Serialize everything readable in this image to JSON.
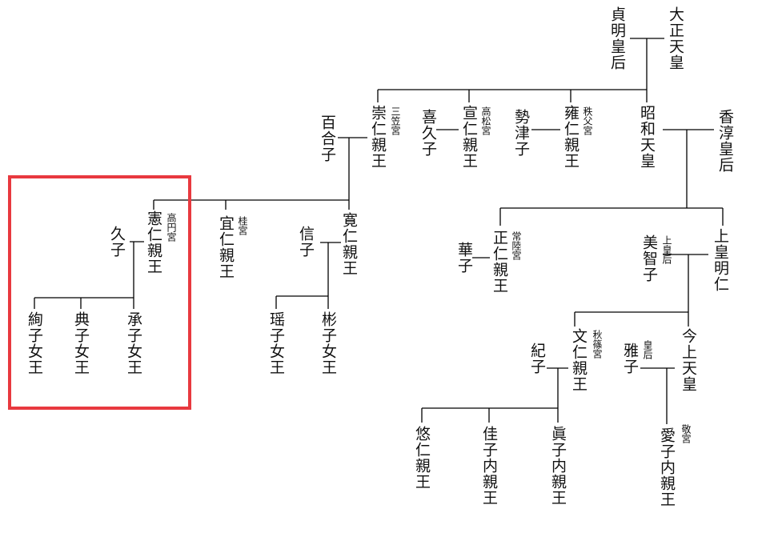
{
  "colors": {
    "text": "#111111",
    "line": "#000000",
    "highlight": "#e8393f",
    "background": "#ffffff"
  },
  "people": {
    "taisho": "大正天皇",
    "teimei": "貞明皇后",
    "showa": "昭和天皇",
    "kojun": "香淳皇后",
    "chichibu": "雍仁親王",
    "setsuko": "勢津子",
    "takamatsu": "宣仁親王",
    "kikuko": "喜久子",
    "mikasa": "崇仁親王",
    "yuriko": "百合子",
    "joko": "上皇明仁",
    "michiko": "美智子",
    "hitachi": "正仁親王",
    "hanako": "華子",
    "tomohito": "寛仁親王",
    "nobuko": "信子",
    "katsura": "宜仁親王",
    "norihito": "憲仁親王",
    "hisako": "久子",
    "akiko": "彬子女王",
    "yoko": "瑶子女王",
    "tsuguko": "承子女王",
    "noriko": "典子女王",
    "ayako": "絢子女王",
    "tenno": "今上天皇",
    "masako": "雅子",
    "fumihito": "文仁親王",
    "kiko": "紀子",
    "aiko": "愛子内親王",
    "mako": "眞子内親王",
    "kako": "佳子内親王",
    "hisahito": "悠仁親王"
  },
  "titles": {
    "chichibu": "秩父宮",
    "takamatsu": "高松宮",
    "mikasa": "三笠宮",
    "michiko": "上皇后",
    "hitachi": "常陸宮",
    "katsura": "桂宮",
    "norihito": "高円宮",
    "masako": "皇后",
    "fumihito": "秋篠宮",
    "aiko": "敬宮"
  }
}
